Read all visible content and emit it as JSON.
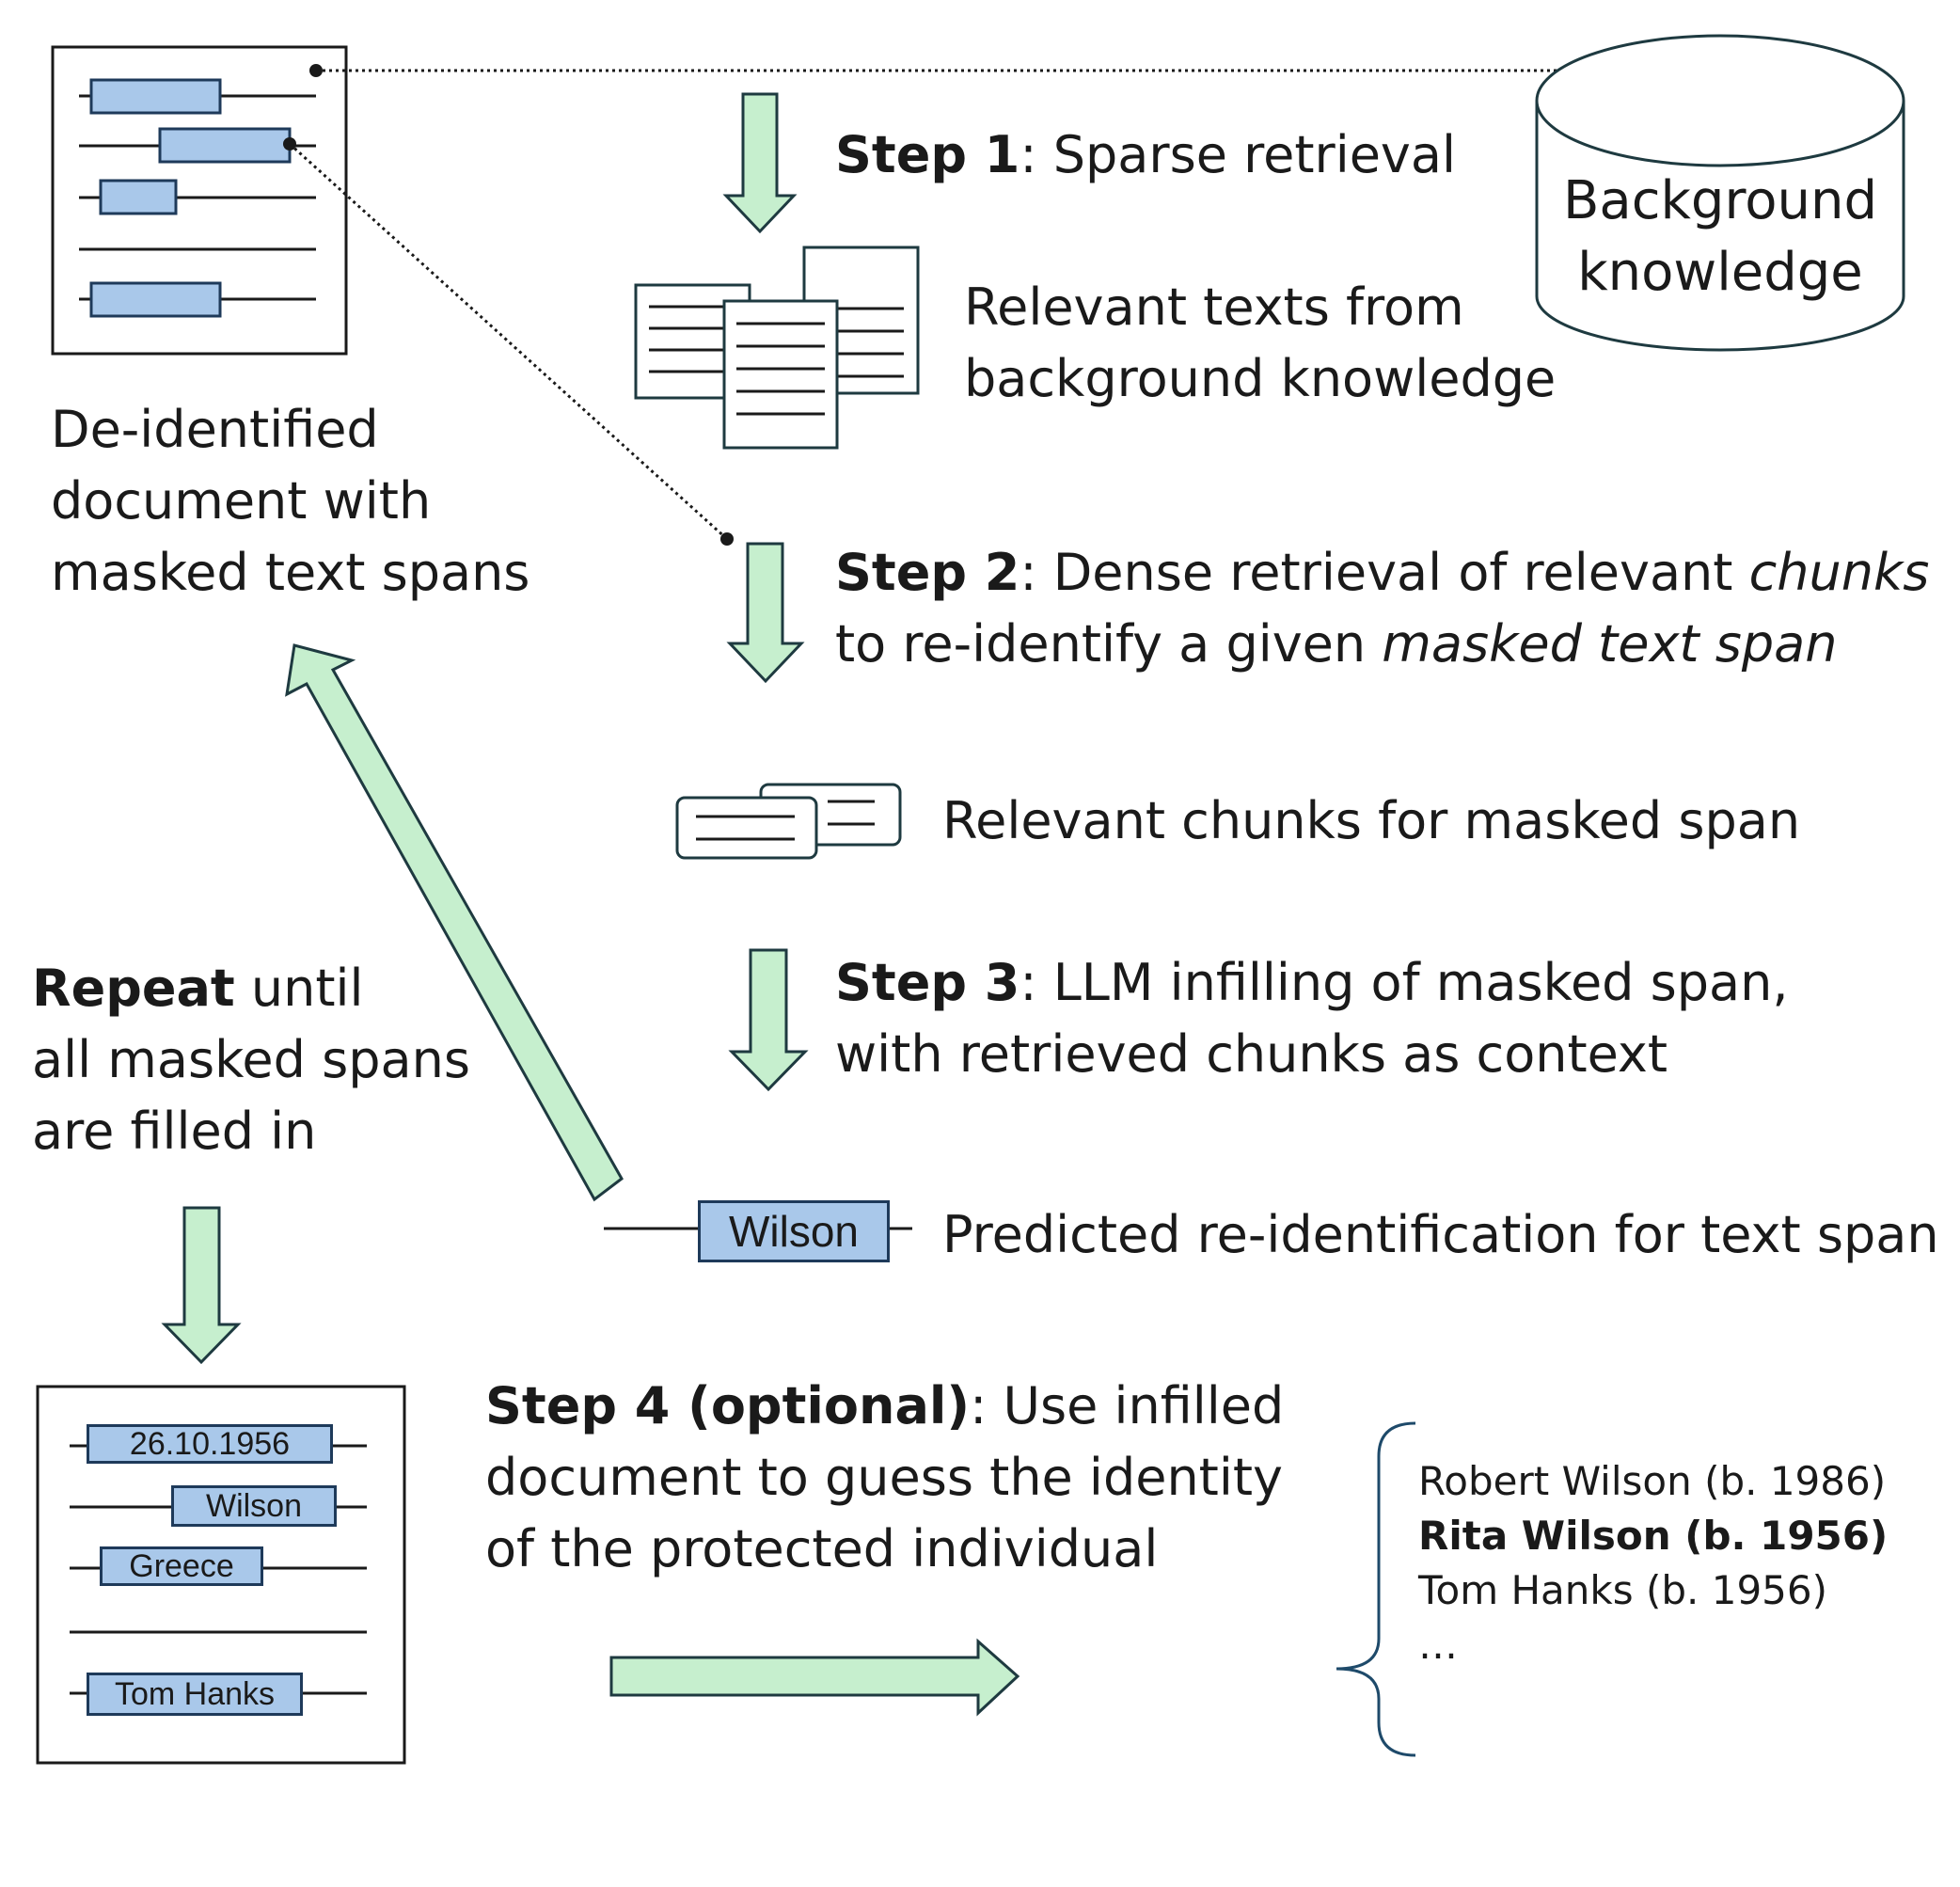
{
  "background": {
    "label_line1": "Background",
    "label_line2": "knowledge"
  },
  "deidentified": {
    "line1": "De-identified",
    "line2": "document with",
    "line3": "masked text spans"
  },
  "step1": {
    "bold": "Step 1",
    "rest": ": Sparse retrieval"
  },
  "relevant_texts": {
    "line1": "Relevant texts from",
    "line2": "background knowledge"
  },
  "step2": {
    "bold": "Step 2",
    "rest_a": ": Dense retrieval of relevant ",
    "italic_a": "chunks",
    "rest_b": "to re-identify a given ",
    "italic_b": "masked text span"
  },
  "chunks": {
    "label": "Relevant chunks for masked span"
  },
  "step3": {
    "bold": "Step 3",
    "rest_a": ": LLM infilling of masked span,",
    "rest_b": "with retrieved chunks as context"
  },
  "repeat": {
    "bold": "Repeat",
    "rest_a": " until",
    "line2": "all masked spans",
    "line3": "are filled in"
  },
  "prediction": {
    "chip": "Wilson",
    "label": "Predicted re-identification for text span"
  },
  "filled_document": {
    "spans": [
      "26.10.1956",
      "Wilson",
      "Greece",
      "Tom Hanks"
    ]
  },
  "step4": {
    "bold": "Step 4 (optional)",
    "rest_a": ": Use infilled",
    "line2": "document to guess the identity",
    "line3": "of the protected individual"
  },
  "candidates": {
    "items": [
      "Robert Wilson (b. 1986)",
      "Rita Wilson (b. 1956)",
      "Tom Hanks (b. 1956)",
      "…"
    ],
    "highlighted": "Rita Wilson (b. 1956)"
  },
  "colors": {
    "arrow_fill": "#c6efce",
    "arrow_stroke": "#1e3a40",
    "span_fill": "#a9c8ea",
    "span_stroke": "#1e3a5a",
    "line": "#1a1a1a"
  }
}
